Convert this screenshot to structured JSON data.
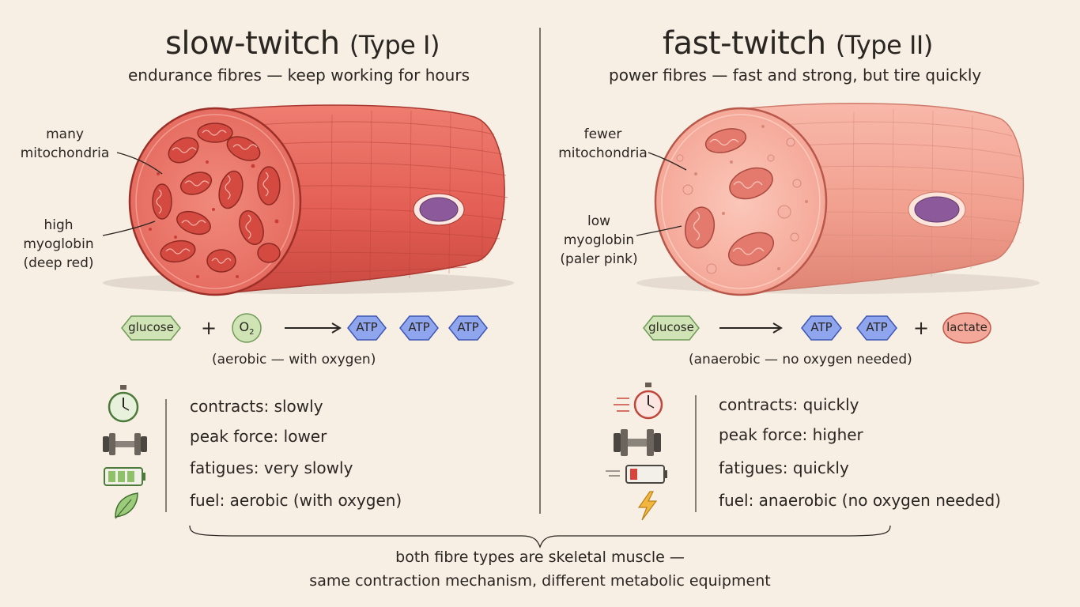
{
  "slow": {
    "title_main": "slow-twitch",
    "title_type": "(Type I)",
    "subtitle": "endurance fibres — keep working for hours",
    "labels": {
      "mito_1": "many",
      "mito_2": "mitochondria",
      "myo_1": "high",
      "myo_2": "myoglobin",
      "myo_3": "(deep red)"
    },
    "equation": {
      "glucose": "glucose",
      "plus": "+",
      "oxygen": "O",
      "oxygen_sub": "2",
      "atp": [
        "ATP",
        "ATP",
        "ATP"
      ]
    },
    "equation_note": "(aerobic — with oxygen)",
    "stats": [
      {
        "icon": "stopwatch-icon",
        "text": "contracts:  slowly"
      },
      {
        "icon": "dumbbell-icon",
        "text": "peak  force:  lower"
      },
      {
        "icon": "full-battery-icon",
        "text": "fatigues:  very  slowly"
      },
      {
        "icon": "leaf-icon",
        "text": "fuel:  aerobic  (with  oxygen)"
      }
    ]
  },
  "fast": {
    "title_main": "fast-twitch",
    "title_type": "(Type II)",
    "subtitle": "power fibres — fast and strong, but tire quickly",
    "labels": {
      "mito_1": "fewer",
      "mito_2": "mitochondria",
      "myo_1": "low",
      "myo_2": "myoglobin",
      "myo_3": "(paler pink)"
    },
    "equation": {
      "glucose": "glucose",
      "atp": [
        "ATP",
        "ATP"
      ],
      "plus": "+",
      "lactate": "lactate"
    },
    "equation_note": "(anaerobic — no oxygen needed)",
    "stats": [
      {
        "icon": "fast-stopwatch-icon",
        "text": "contracts:  quickly"
      },
      {
        "icon": "dumbbell-icon",
        "text": "peak  force:  higher"
      },
      {
        "icon": "low-battery-icon",
        "text": "fatigues:  quickly"
      },
      {
        "icon": "lightning-icon",
        "text": "fuel:  anaerobic  (no  oxygen  needed)"
      }
    ]
  },
  "footer": {
    "line1": "both fibre types are skeletal muscle —",
    "line2": "same contraction mechanism, different metabolic equipment"
  },
  "colors": {
    "background": "#f7efe4",
    "slow_muscle": "#e8685e",
    "fast_muscle": "#f3a596",
    "glucose": "#cfe3b5",
    "atp": "#8fa6ee",
    "lactate": "#f3a89a",
    "nucleus": "#8c5a9a"
  }
}
